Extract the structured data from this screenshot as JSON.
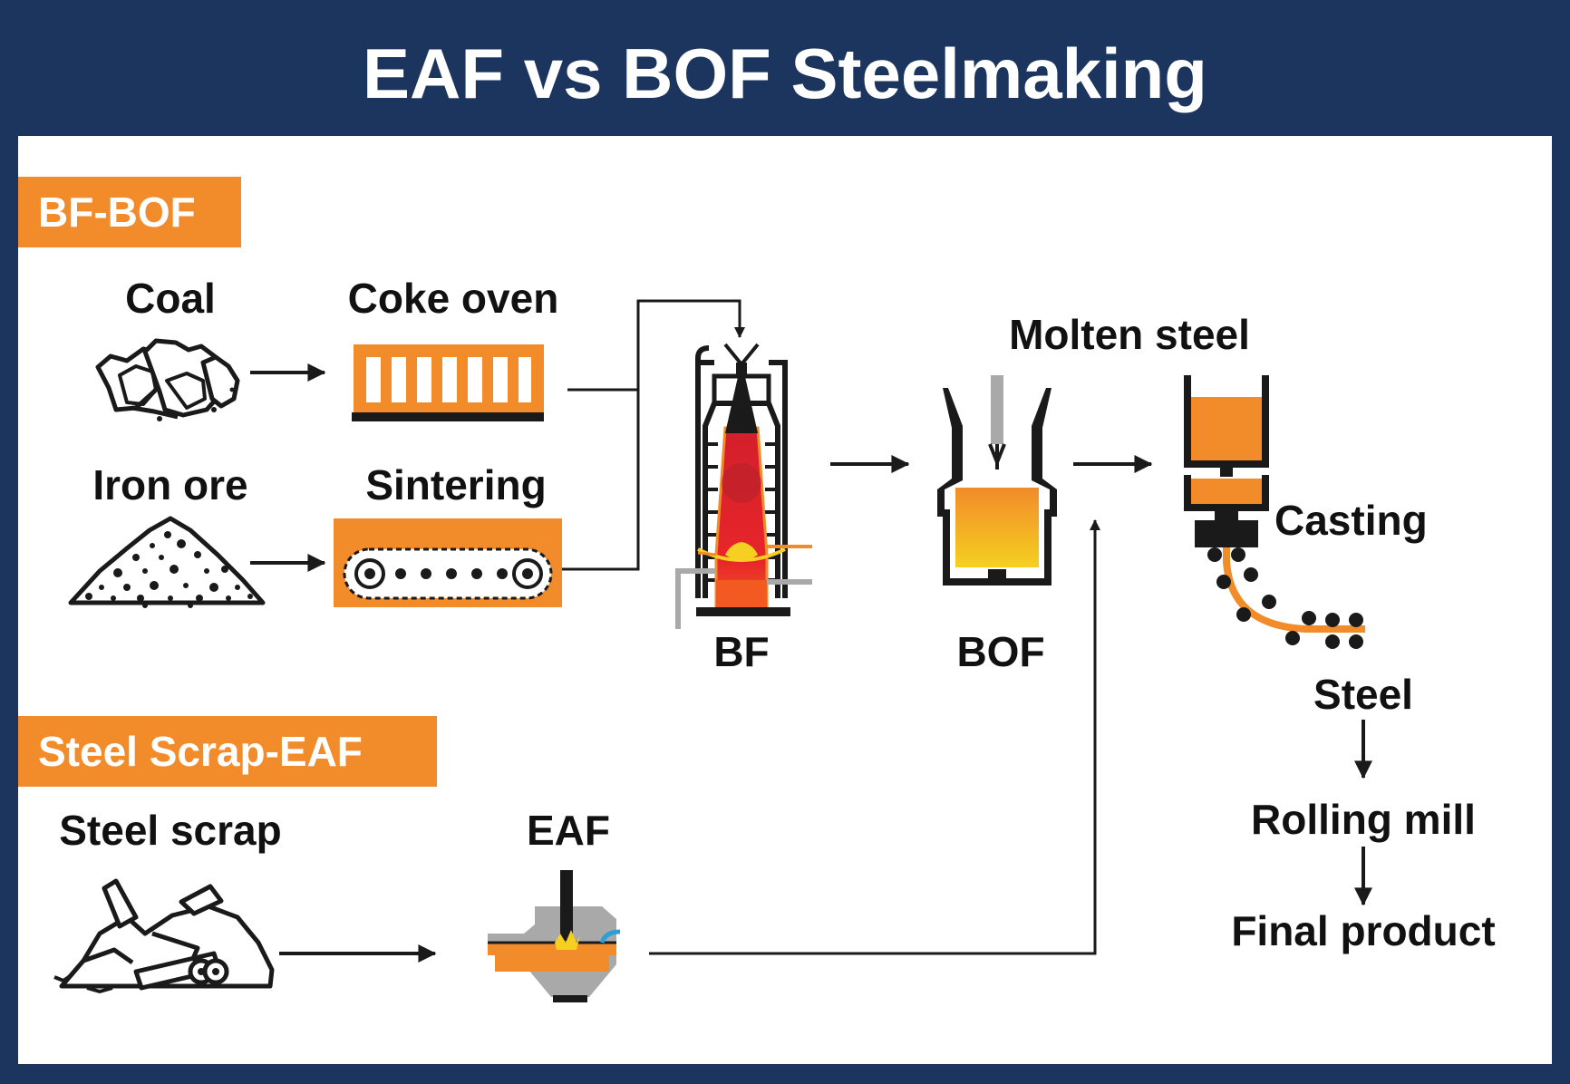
{
  "title": "EAF vs BOF Steelmaking",
  "colors": {
    "navy": "#1c355e",
    "orange": "#f28b2a",
    "red": "#e8262a",
    "yellow": "#f5d021",
    "dark": "#1a1a1a",
    "gray": "#a9a9a9"
  },
  "sections": {
    "bf_bof": "BF-BOF",
    "scrap_eaf": "Steel Scrap-EAF"
  },
  "labels": {
    "coal": "Coal",
    "coke_oven": "Coke oven",
    "iron_ore": "Iron ore",
    "sintering": "Sintering",
    "bf": "BF",
    "molten_steel": "Molten steel",
    "bof": "BOF",
    "casting": "Casting",
    "steel": "Steel",
    "rolling_mill": "Rolling mill",
    "final_product": "Final product",
    "steel_scrap": "Steel scrap",
    "eaf": "EAF"
  },
  "icons": {
    "coal": "coal-lumps-icon",
    "coke_oven": "coke-oven-icon",
    "iron_ore": "ore-pile-icon",
    "sintering": "sinter-conveyor-icon",
    "bf": "blast-furnace-icon",
    "bof": "converter-icon",
    "casting": "continuous-caster-icon",
    "steel_scrap": "scrap-pile-icon",
    "eaf": "electric-arc-furnace-icon"
  }
}
